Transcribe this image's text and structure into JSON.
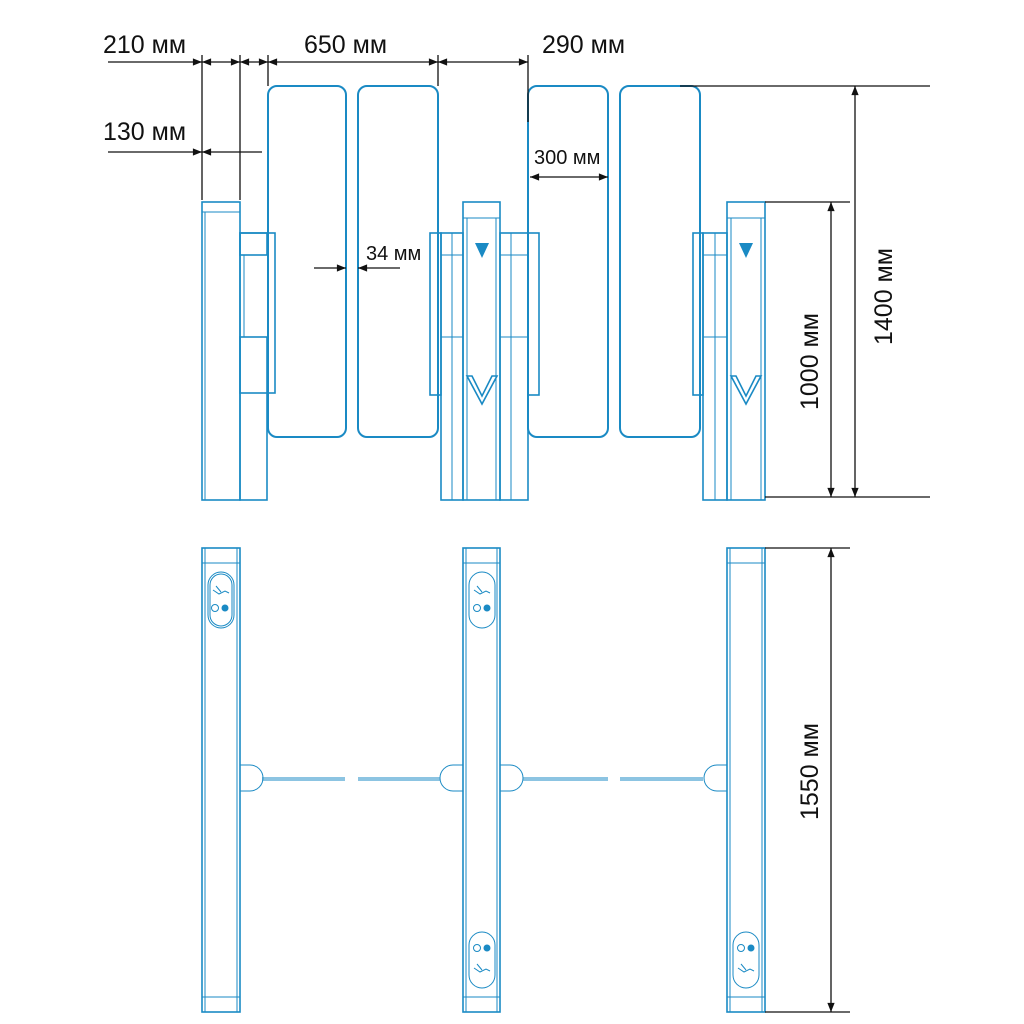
{
  "title": "Turnstile dimensions diagram",
  "colors": {
    "outline": "#1a8ac4",
    "dimension": "#111111"
  },
  "dimensions": {
    "post_gap": "210 мм",
    "passage_width": "650 мм",
    "right_offset": "290 мм",
    "post_width": "130 мм",
    "glass_width": "300 мм",
    "glass_gap": "34 мм",
    "glass_height": "1400 мм",
    "post_height": "1000 мм",
    "post_length": "1550 мм"
  },
  "icons": [
    "card-tap-icon",
    "stop-icon",
    "arrow-down-icon",
    "pass-arrow-indicator-icon"
  ]
}
